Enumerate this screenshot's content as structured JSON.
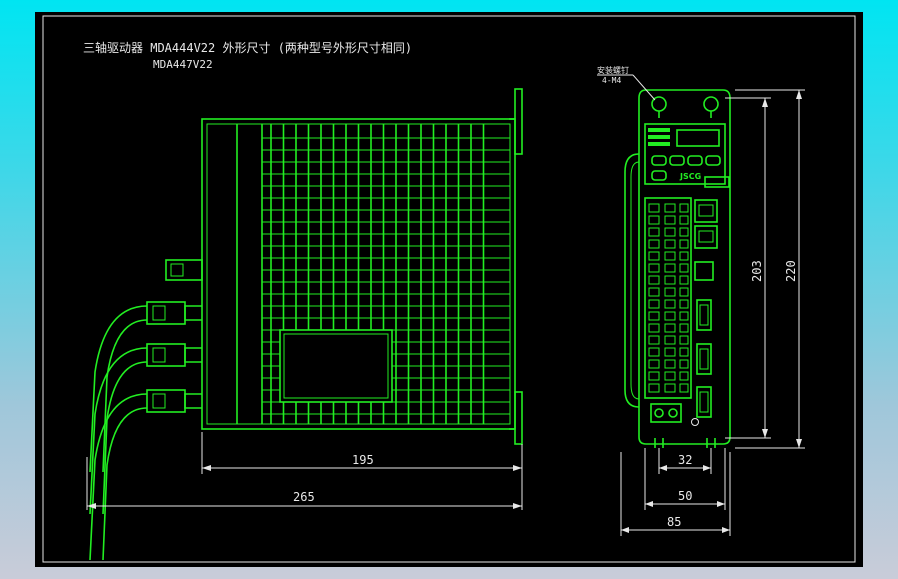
{
  "title": {
    "line1": "三轴驱动器 MDA444V22 外形尺寸 (两种型号外形尺寸相同)",
    "line2": "MDA447V22"
  },
  "callout": {
    "line1": "安装螺钉",
    "line2": "4-M4"
  },
  "dimensions": {
    "side_inner": "195",
    "side_total": "265",
    "front_32": "32",
    "front_50": "50",
    "front_85": "85",
    "height_203": "203",
    "height_220": "220"
  },
  "panel_brand": "JSCG",
  "colors": {
    "drawing": "#22ee22",
    "dimension": "#e8e8e8",
    "background": "#000000",
    "frame_gradient_top": "#00e5f2",
    "frame_gradient_bottom": "#c9ccd9"
  }
}
